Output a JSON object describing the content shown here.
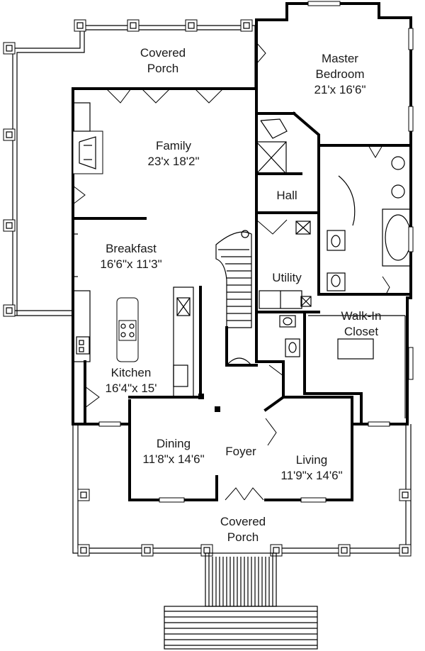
{
  "rooms": {
    "covered_porch_top": {
      "name": "Covered",
      "name2": "Porch"
    },
    "master_bedroom": {
      "name": "Master",
      "name2": "Bedroom",
      "size": "21'x 16'6\""
    },
    "family": {
      "name": "Family",
      "size": "23'x 18'2\""
    },
    "hall": {
      "name": "Hall"
    },
    "breakfast": {
      "name": "Breakfast",
      "size": "16'6\"x 11'3\""
    },
    "utility": {
      "name": "Utility"
    },
    "walk_in_closet": {
      "name": "Walk-In",
      "name2": "Closet"
    },
    "kitchen": {
      "name": "Kitchen",
      "size": "16'4\"x 15'"
    },
    "dining": {
      "name": "Dining",
      "size": "11'8\"x 14'6\""
    },
    "foyer": {
      "name": "Foyer"
    },
    "living": {
      "name": "Living",
      "size": "11'9\"x 14'6\""
    },
    "covered_porch_bottom": {
      "name": "Covered",
      "name2": "Porch"
    }
  }
}
